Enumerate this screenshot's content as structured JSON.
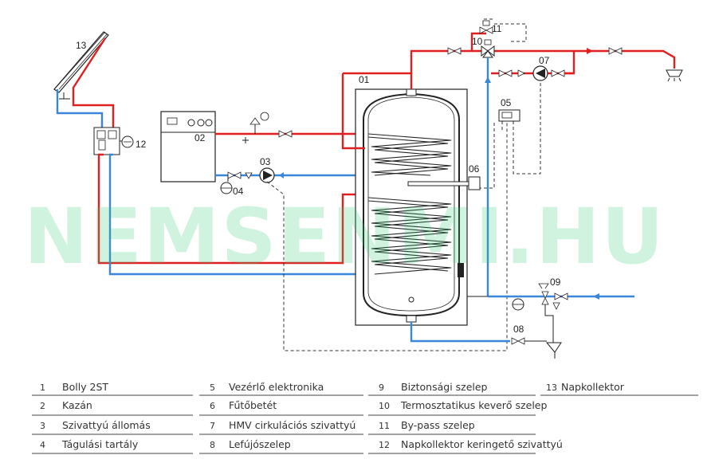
{
  "watermark": "NEMSENMI.HU",
  "components": {
    "c01": "01",
    "c02": "02",
    "c03": "03",
    "c04": "04",
    "c05": "05",
    "c06": "06",
    "c07": "07",
    "c08": "08",
    "c09": "09",
    "c10": "10",
    "c11": "11",
    "c12": "12",
    "c13": "13"
  },
  "legend": [
    {
      "num": "1",
      "text": "Bolly 2ST"
    },
    {
      "num": "2",
      "text": "Kazán"
    },
    {
      "num": "3",
      "text": "Szivattyú állomás"
    },
    {
      "num": "4",
      "text": "Tágulási tartály"
    },
    {
      "num": "5",
      "text": "Vezérlő elektronika"
    },
    {
      "num": "6",
      "text": "Fűtőbetét"
    },
    {
      "num": "7",
      "text": "HMV cirkulációs szivattyú"
    },
    {
      "num": "8",
      "text": "Lefújószelep"
    },
    {
      "num": "9",
      "text": "Biztonsági szelep"
    },
    {
      "num": "10",
      "text": "Termosztatikus keverő szelep"
    },
    {
      "num": "11",
      "text": "By-pass szelep"
    },
    {
      "num": "12",
      "text": "Napkollektor keringető szivattyú"
    },
    {
      "num": "13",
      "text": "Napkollektor"
    }
  ],
  "colors": {
    "hot": "#e02020",
    "cold": "#3a86d8",
    "watermark": "#2ecc71"
  }
}
